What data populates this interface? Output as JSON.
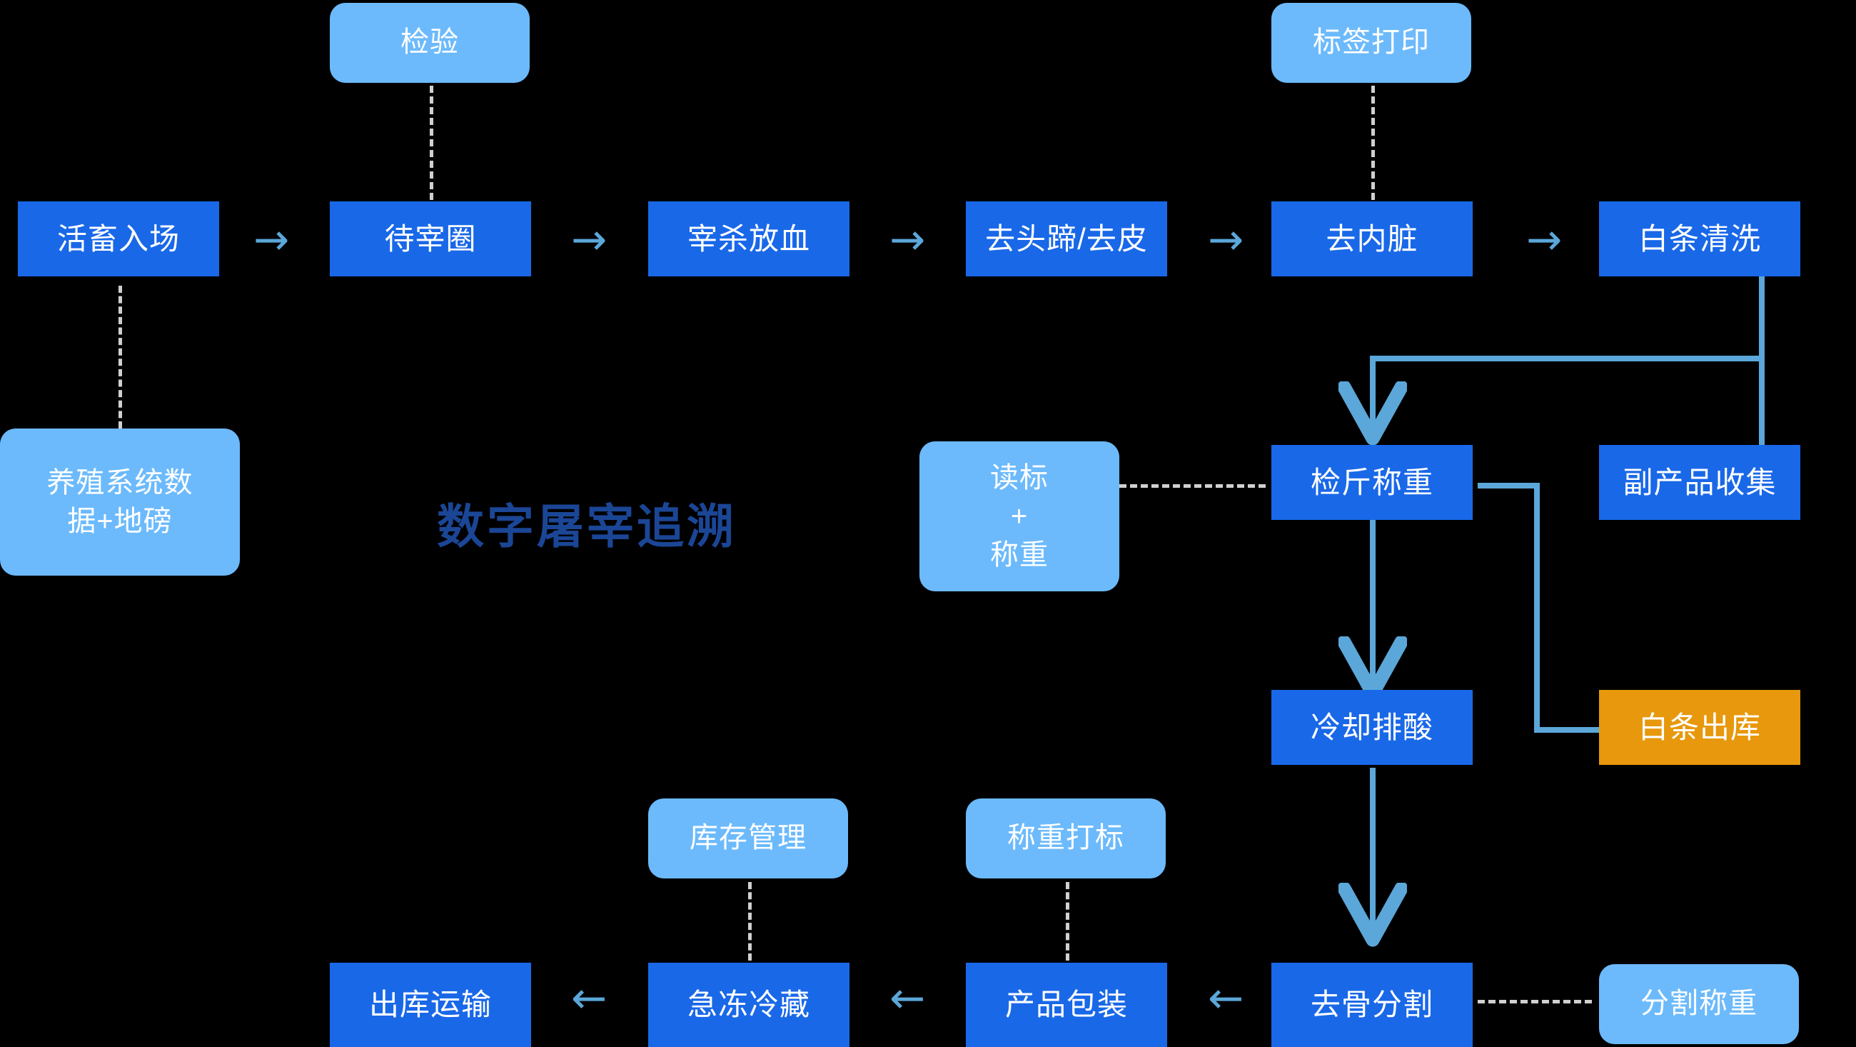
{
  "diagram": {
    "title": "数字屠宰追溯",
    "background": "#000000",
    "colors": {
      "process": "#1968e8",
      "auxiliary": "#6cbafc",
      "shipment": "#e8980c",
      "connector": "#5ba7d9",
      "dashed": "#d0d0d0",
      "title": "#1b4696",
      "node_text": "#ffffff"
    }
  },
  "nodes": {
    "inspection": "检验",
    "label_print": "标签打印",
    "livestock_entry": "活畜入场",
    "holding_pen": "待宰圈",
    "slaughter_bleed": "宰杀放血",
    "dehead_deskin": "去头蹄/去皮",
    "evisceration": "去内脏",
    "carcass_wash": "白条清洗",
    "farm_data_scale": "养殖系统数\n据+地磅",
    "read_tag_weigh": "读标\n+\n称重",
    "carcass_weigh": "检斤称重",
    "byproduct_collect": "副产品收集",
    "chill_acid": "冷却排酸",
    "carcass_outbound": "白条出库",
    "inventory_mgmt": "库存管理",
    "weigh_label": "称重打标",
    "outbound_transport": "出库运输",
    "freeze_chill": "急冻冷藏",
    "product_packaging": "产品包装",
    "deboning_cutting": "去骨分割",
    "cut_weigh": "分割称重"
  },
  "arrows": {
    "right_chevron": "→",
    "left_chevron": "←"
  }
}
